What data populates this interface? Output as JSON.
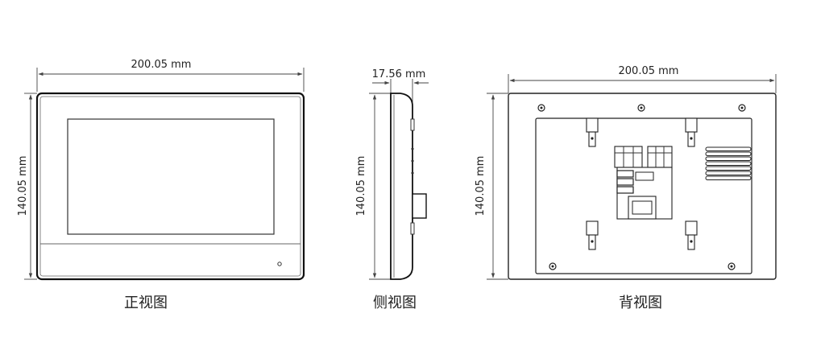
{
  "front_view": {
    "width_label": "200.05 mm",
    "height_label": "140.05 mm",
    "caption": "正视图"
  },
  "side_view": {
    "depth_label": "17.56 mm",
    "height_label": "140.05 mm",
    "caption": "侧视图"
  },
  "back_view": {
    "width_label": "200.05 mm",
    "height_label": "140.05 mm",
    "caption": "背视图"
  }
}
